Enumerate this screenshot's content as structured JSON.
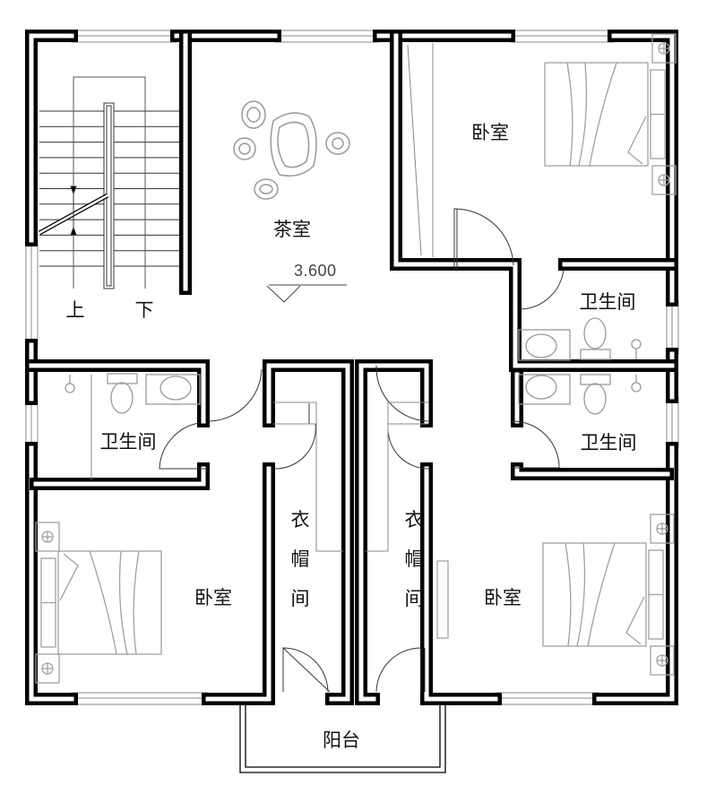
{
  "title": "二层平面图",
  "rooms": {
    "tea_room": "茶室",
    "bedroom_top_right": "卧室",
    "bath_top_right": "卫生间",
    "bath_left": "卫生间",
    "bath_right": "卫生间",
    "bedroom_bottom_left": "卧室",
    "bedroom_bottom_right": "卧室",
    "wardrobe_left": "衣帽间",
    "wardrobe_right": "衣帽间",
    "balcony": "阳台"
  },
  "stairs": {
    "up": "上",
    "down": "下"
  },
  "elevation": "3.600",
  "colors": {
    "wall": "#000000",
    "furniture": "#a0a0a0",
    "window": "#888888"
  }
}
